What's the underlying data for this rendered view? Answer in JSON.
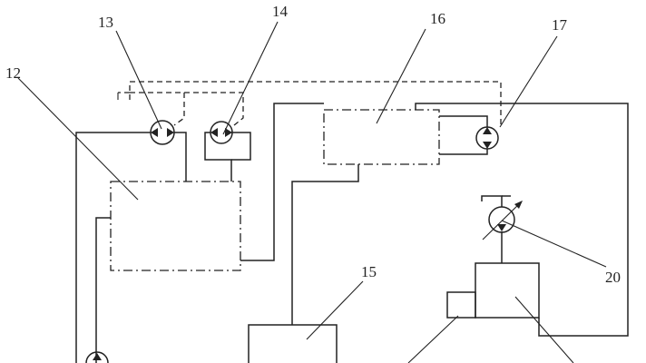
{
  "labels": {
    "l12": "12",
    "l13": "13",
    "l14": "14",
    "l15": "15",
    "l16": "16",
    "l17": "17",
    "l20": "20"
  }
}
